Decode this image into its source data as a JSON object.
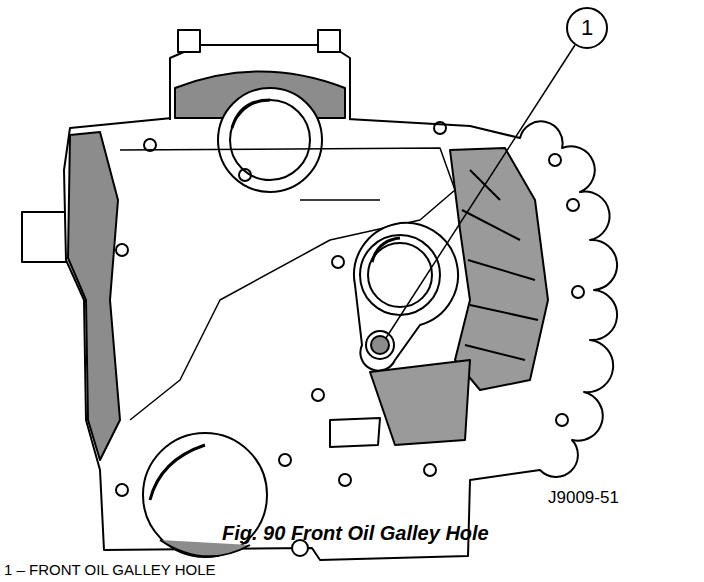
{
  "diagram": {
    "caption": "Fig. 90 Front Oil Galley Hole",
    "nodes": [
      {
        "text": [
          "1"
        ]
      }
    ],
    "labels": [
      "J9009-51",
      "1 – FRONT OIL GALLEY HOLE"
    ]
  }
}
